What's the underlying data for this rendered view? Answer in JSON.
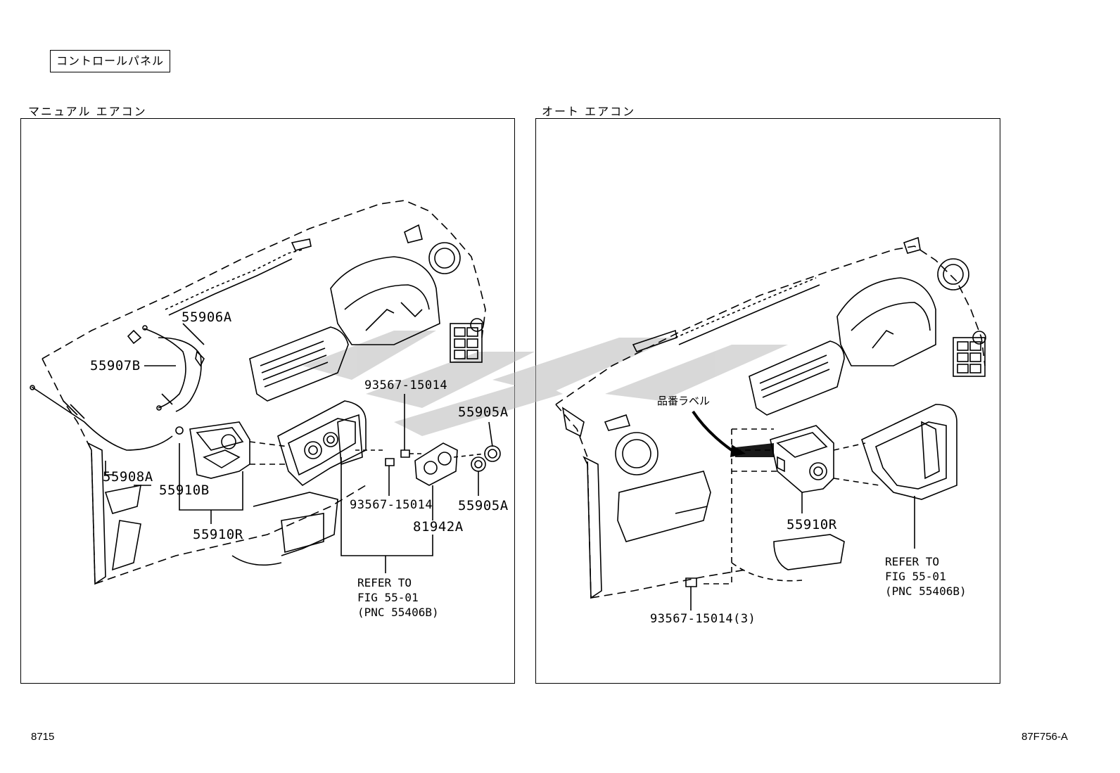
{
  "title": "コントロールパネル",
  "left_section": {
    "heading": "マニュアル エアコン",
    "parts": {
      "p55906A": "55906A",
      "p55907B": "55907B",
      "p55908A": "55908A",
      "p55910B": "55910B",
      "p55910R": "55910R",
      "p93567_top": "93567-15014",
      "p93567_bottom": "93567-15014",
      "p55905A_top": "55905A",
      "p55905A_bottom": "55905A",
      "p81942A": "81942A"
    },
    "refer_note": "REFER TO\nFIG 55-01\n(PNC 55406B)"
  },
  "right_section": {
    "heading": "オート エアコン",
    "label_callout": "品番ラベル",
    "parts": {
      "p55910R": "55910R",
      "p93567": "93567-15014(3)"
    },
    "refer_note": "REFER TO\nFIG 55-01\n(PNC 55406B)"
  },
  "footer": {
    "left_code": "8715",
    "right_code": "87F756-A"
  }
}
